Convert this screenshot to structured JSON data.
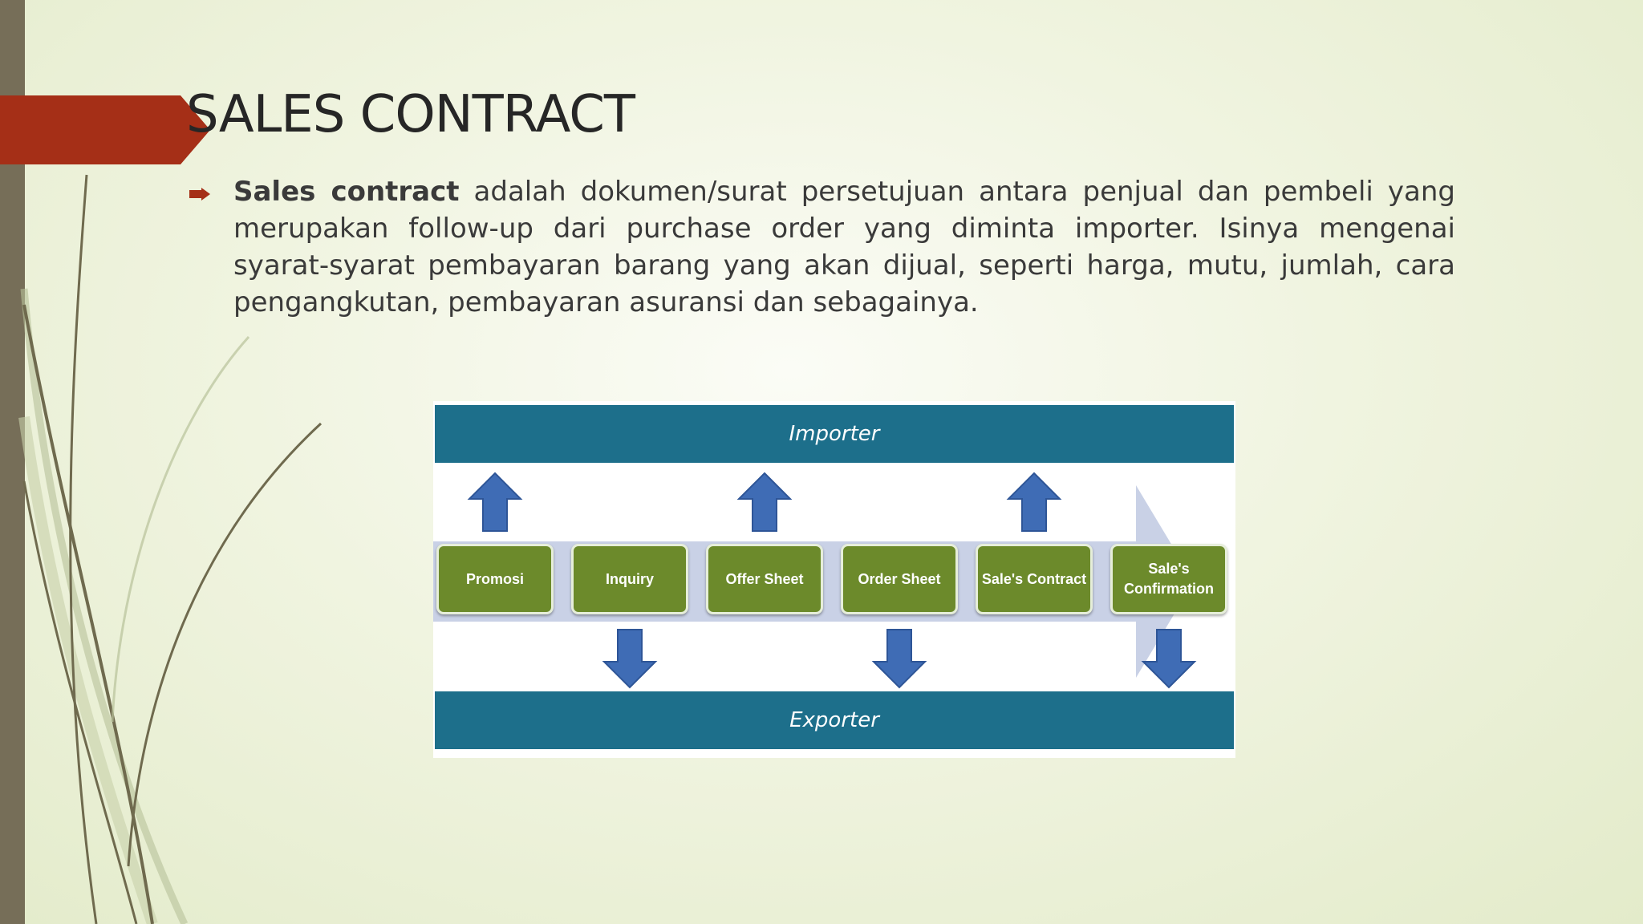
{
  "slide": {
    "title": "SALES CONTRACT",
    "body_bold": "Sales contract",
    "body_text": " adalah dokumen/surat persetujuan antara penjual dan pembeli yang merupakan follow-up dari purchase order yang diminta importer. Isinya mengenai syarat-syarat pembayaran barang yang akan dijual, seperti harga, mutu, jumlah, cara pengangkutan, pembayaran asuransi dan sebagainya."
  },
  "diagram": {
    "top_party": "Importer",
    "bottom_party": "Exporter",
    "steps": [
      {
        "label": "Promosi",
        "direction": "up"
      },
      {
        "label": "Inquiry",
        "direction": "down"
      },
      {
        "label": "Offer Sheet",
        "direction": "up"
      },
      {
        "label": "Order Sheet",
        "direction": "down"
      },
      {
        "label": "Sale's Contract",
        "direction": "up"
      },
      {
        "label": "Sale's Confirmation",
        "direction": "down"
      }
    ]
  },
  "colors": {
    "accent_red": "#a52f17",
    "band_teal": "#1d6f8b",
    "step_green": "#6c8a2b",
    "arrow_blue": "#3f6cb5",
    "flow_arrow": "#c9d1e6"
  }
}
